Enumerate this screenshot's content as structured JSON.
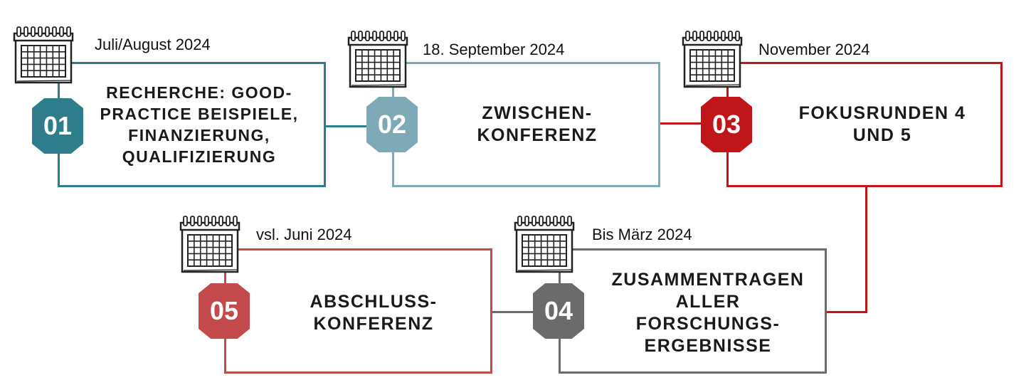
{
  "steps": [
    {
      "number": "01",
      "date": "Juli/August 2024",
      "title_lines": [
        "RECHERCHE: GOOD-",
        "PRACTICE BEISPIELE,",
        "FINANZIERUNG,",
        "QUALIFIZIERUNG"
      ],
      "color": "#2e7d8c"
    },
    {
      "number": "02",
      "date": "18. September 2024",
      "title_lines": [
        "ZWISCHEN-",
        "KONFERENZ"
      ],
      "color": "#7eaab8"
    },
    {
      "number": "03",
      "date": "November 2024",
      "title_lines": [
        "FOKUSRUNDEN 4",
        "UND 5"
      ],
      "color": "#c0161a"
    },
    {
      "number": "04",
      "date": "Bis März 2024",
      "title_lines": [
        "ZUSAMMENTRAGEN",
        "ALLER",
        "FORSCHUNGS-",
        "ERGEBNISSE"
      ],
      "color": "#6b6b6b"
    },
    {
      "number": "05",
      "date": "vsl. Juni 2024",
      "title_lines": [
        "ABSCHLUSS-",
        "KONFERENZ"
      ],
      "color": "#c24a4a"
    }
  ],
  "icons": {
    "calendar": "calendar-icon"
  }
}
